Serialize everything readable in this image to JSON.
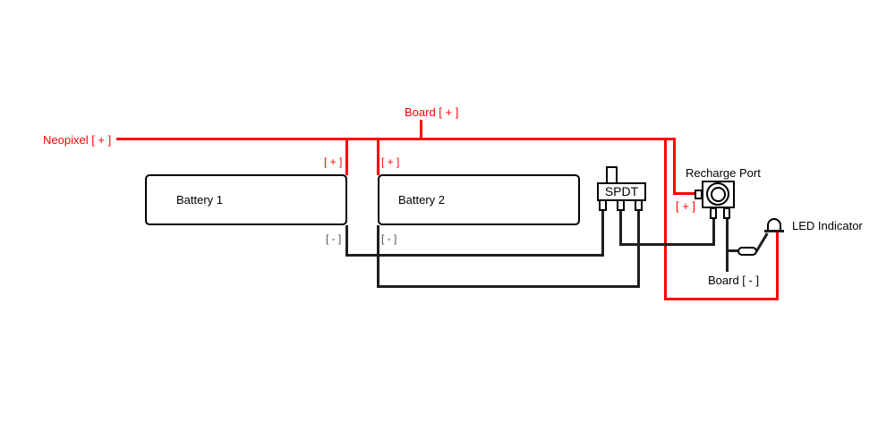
{
  "diagram": {
    "type": "wiring-diagram",
    "neopixel": {
      "positive_label": "Neopixel [ + ]"
    },
    "board": {
      "positive_label": "Board [ + ]",
      "negative_label": "Board [ - ]"
    },
    "batteries": [
      {
        "name": "Battery 1",
        "positive_label": "[ + ]",
        "negative_label": "[ - ]"
      },
      {
        "name": "Battery 2",
        "positive_label": "[ + ]",
        "negative_label": "[ - ]"
      }
    ],
    "switch": {
      "label": "SPDT"
    },
    "recharge_port": {
      "label": "Recharge Port",
      "positive_label": "[ + ]"
    },
    "led": {
      "label": "LED Indicator"
    },
    "colors": {
      "positive_wire": "#ff0000",
      "negative_wire": "#1f1f1f",
      "component_outline": "#000000",
      "background": "#ffffff"
    }
  }
}
